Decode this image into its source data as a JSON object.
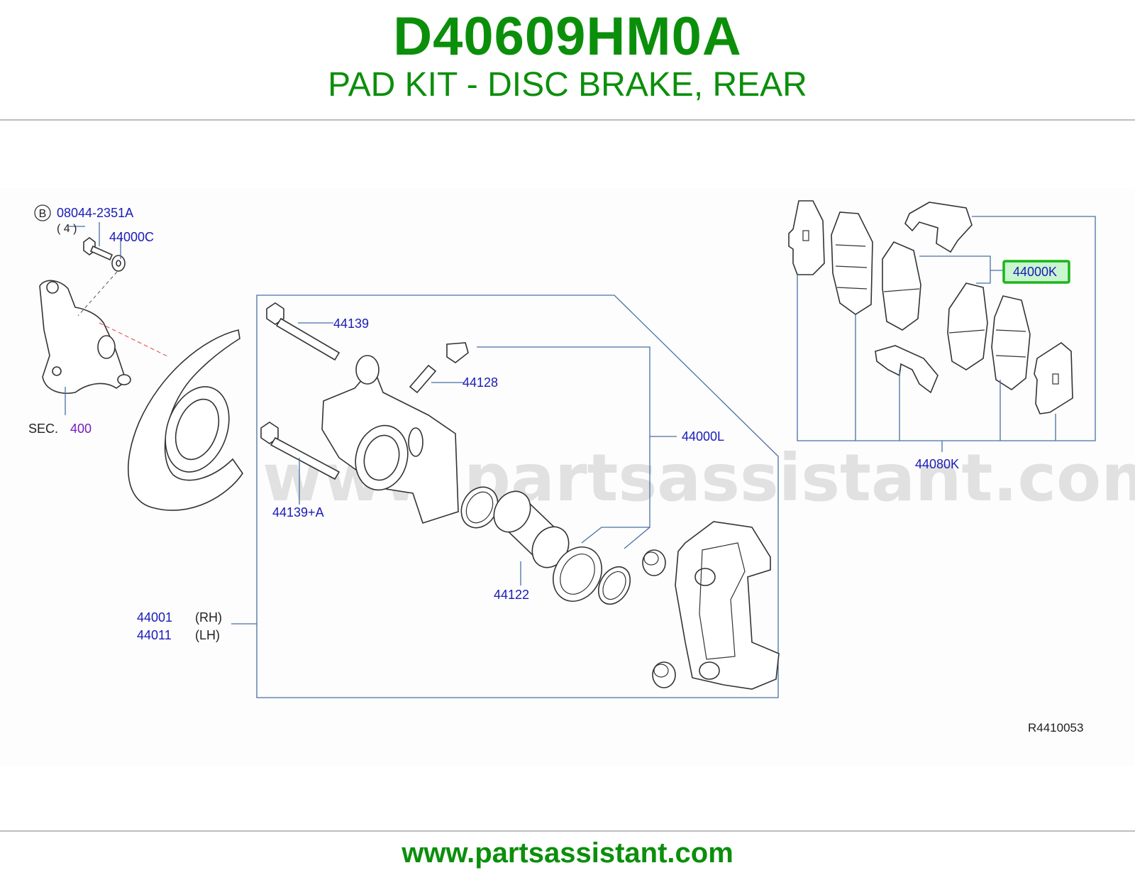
{
  "header": {
    "part_number": "D40609HM0A",
    "part_title": "PAD KIT - DISC BRAKE, REAR"
  },
  "diagram": {
    "watermark": "www.partsassistant.com",
    "reference_code": "R4410053",
    "callouts": {
      "bolt_marker": "B",
      "bolt_part": "08044-2351A",
      "bolt_qty": "( 4 )",
      "washer": "44000C",
      "section_label": "SEC.",
      "section_number": "400",
      "pin_bolt_upper": "44139",
      "bleeder": "44128",
      "caliper_kit": "44000L",
      "pin_bolt_lower": "44139+A",
      "piston": "44122",
      "caliper_rh_part": "44001",
      "caliper_rh_side": "(RH)",
      "caliper_lh_part": "44011",
      "caliper_lh_side": "(LH)",
      "pad_kit": "44000K",
      "pad_hardware_kit": "44080K"
    },
    "highlight_color": "#1bb51b",
    "highlight_fill": "#c9f5cf"
  },
  "footer": {
    "url": "www.partsassistant.com"
  }
}
